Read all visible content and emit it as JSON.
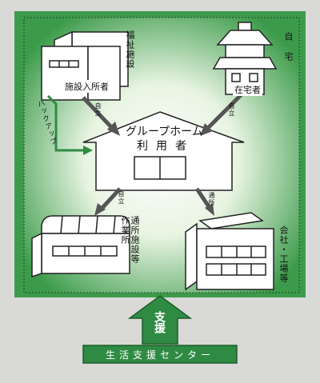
{
  "colors": {
    "panel_green": "#3c9b4b",
    "panel_light": "#eef6e8",
    "arrow_green": "#2f8b43",
    "arrow_gray": "#555555",
    "page_bg": "#d9d9d7"
  },
  "labels": {
    "welfare_facility": "福祉施設",
    "facility_resident": "施設入所者",
    "home": "自宅",
    "home_resident": "在宅者",
    "backup": "バックアップ",
    "group_home_title": "グループホーム",
    "group_home_user": "利用者",
    "commute_facility": "通所施設等",
    "work_place": "作業所",
    "company": "会社・工場等",
    "independence_left": "自立",
    "independence_right": "自立",
    "independence_bottom": "自立",
    "commute": "通所",
    "support": "支援",
    "life_support_center": "生活支援センター"
  }
}
